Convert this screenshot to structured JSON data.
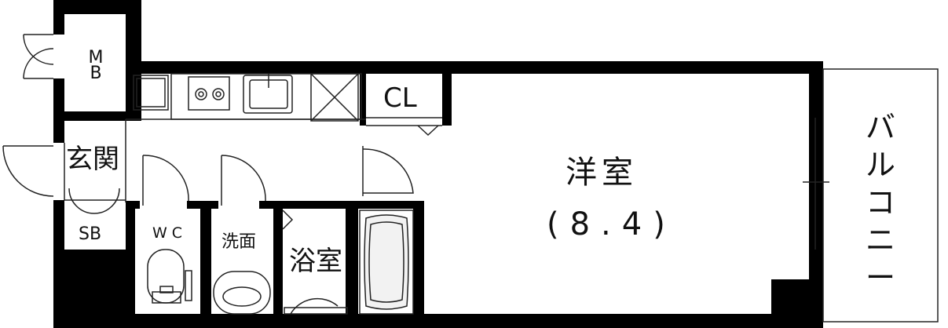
{
  "rooms": {
    "mb": "M\nB",
    "cl": "CL",
    "entrance": "玄関",
    "sb": "SB",
    "wc": "WC",
    "washroom": "洗面",
    "bathroom": "浴室",
    "western_room": "洋室",
    "western_room_size": "(8.4)",
    "balcony": "バルコニー"
  },
  "colors": {
    "wall": "#000000",
    "line": "#222222",
    "background": "#ffffff",
    "fixture_fill": "#f2f2f2"
  }
}
